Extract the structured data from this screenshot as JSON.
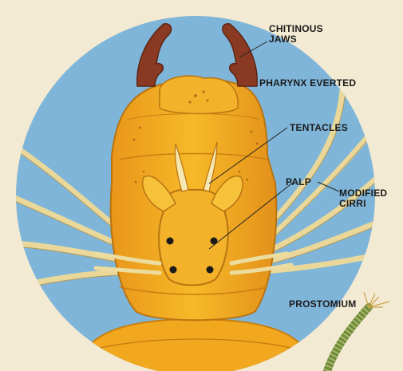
{
  "labels": {
    "chitinous_jaws": [
      "CHITINOUS",
      "JAWS"
    ],
    "pharynx_everted": "PHARYNX EVERTED",
    "tentacles": "TENTACLES",
    "palp": "PALP",
    "modified_cirri": [
      "MODIFIED",
      "CIRRI"
    ],
    "prostomium": "PROSTOMIUM"
  },
  "colors": {
    "background": "#f3ead3",
    "water": "#7fb5d9",
    "body": "#f2a81e",
    "body_shadow": "#c97f10",
    "jaws": "#8a3a22",
    "cirri": "#e9d89a",
    "eyes": "#1a1a1a"
  }
}
